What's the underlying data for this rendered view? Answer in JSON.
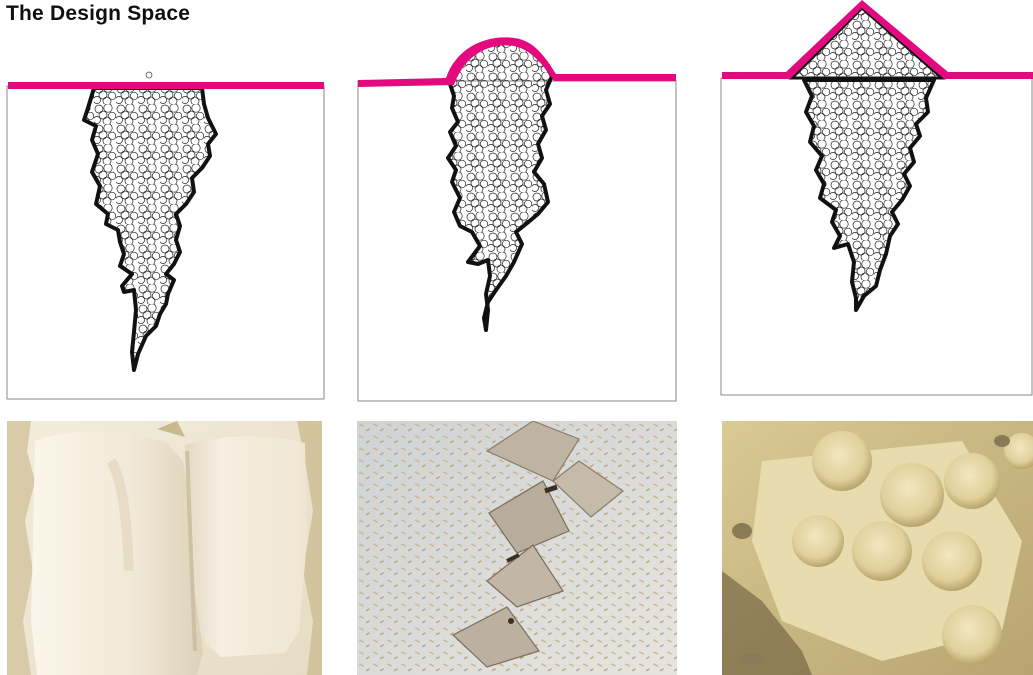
{
  "page": {
    "title": "The Design Space"
  },
  "colors": {
    "skin": "#e20a7e",
    "outline": "#111111",
    "box_border": "#888888"
  },
  "figures": [
    {
      "kind": "diagram",
      "skin_shape": "flat"
    },
    {
      "kind": "diagram",
      "skin_shape": "dome"
    },
    {
      "kind": "diagram",
      "skin_shape": "triangle"
    },
    {
      "kind": "photo",
      "material": "white mycelium blocks"
    },
    {
      "kind": "photo",
      "material": "grey mycelium with triangular ridges"
    },
    {
      "kind": "photo",
      "material": "yellow mycelium with bumps"
    }
  ]
}
